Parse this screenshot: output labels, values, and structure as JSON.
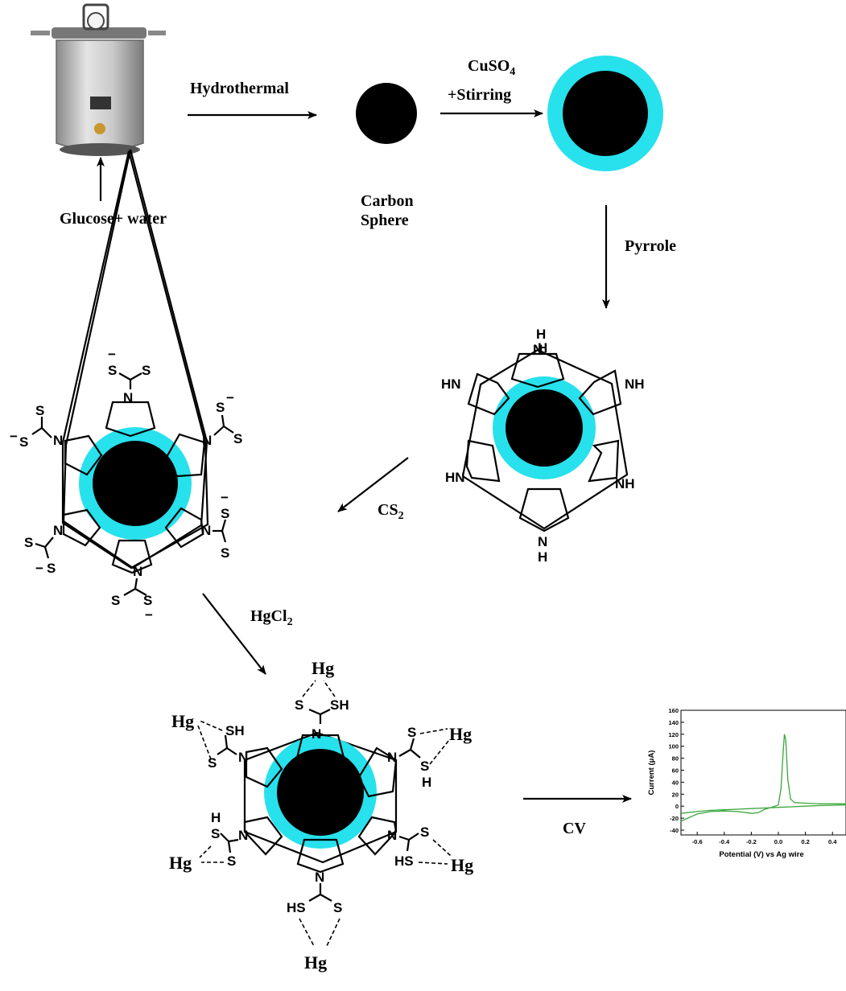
{
  "labels": {
    "hydrothermal": "Hydrothermal",
    "glucose_water": "Glucose+ water",
    "carbon": "Carbon",
    "sphere": "Sphere",
    "cuso4": "CuSO",
    "cuso4_sub": "4",
    "stirring": "+Stirring",
    "pyrrole": "Pyrrole",
    "cs2": "CS",
    "cs2_sub": "2",
    "hgcl2": "HgCl",
    "hgcl2_sub": "2",
    "cv": "CV"
  },
  "atoms": {
    "nh": "NH",
    "hn": "HN",
    "n": "N",
    "h": "H",
    "s": "S",
    "sh": "SH",
    "hs": "HS",
    "hg": "Hg",
    "minus": "−"
  },
  "colors": {
    "shell": "#27e1ec",
    "core": "#000000",
    "curve": "#3aa63a",
    "autoclave": "#b9b9b9"
  },
  "chart_data": {
    "type": "line",
    "xlabel": "Potential (V) vs Ag wire",
    "ylabel": "Current (μA)",
    "xlim": [
      -0.72,
      0.5
    ],
    "ylim": [
      -48,
      160
    ],
    "xticks": [
      -0.6,
      -0.4,
      -0.2,
      0.0,
      0.2,
      0.4
    ],
    "xtick_labels": [
      "-0.6",
      "-0.4",
      "-0.2",
      "0.0",
      "0.2",
      "0.4"
    ],
    "yticks": [
      160,
      140,
      120,
      100,
      80,
      60,
      40,
      20,
      0,
      -20,
      -40
    ],
    "series": [
      {
        "x": [
          -0.72,
          -0.6,
          -0.5,
          -0.4,
          -0.3,
          -0.2,
          -0.15,
          -0.1,
          -0.05,
          0.0,
          0.02,
          0.035,
          0.045,
          0.055,
          0.07,
          0.09,
          0.12,
          0.2,
          0.3,
          0.4,
          0.5
        ],
        "y": [
          -25,
          -13,
          -9,
          -8,
          -9,
          -12,
          -11,
          -5,
          -2,
          2,
          30,
          90,
          120,
          110,
          45,
          12,
          6,
          5,
          4,
          4,
          4
        ]
      },
      {
        "x": [
          0.5,
          0.4,
          0.3,
          0.2,
          0.1,
          0.0,
          -0.1,
          -0.2,
          -0.3,
          -0.4,
          -0.5,
          -0.6,
          -0.72
        ],
        "y": [
          2,
          1.5,
          1,
          0,
          -1,
          -2,
          -3,
          -4,
          -5,
          -6,
          -7,
          -9,
          -12
        ]
      }
    ]
  }
}
